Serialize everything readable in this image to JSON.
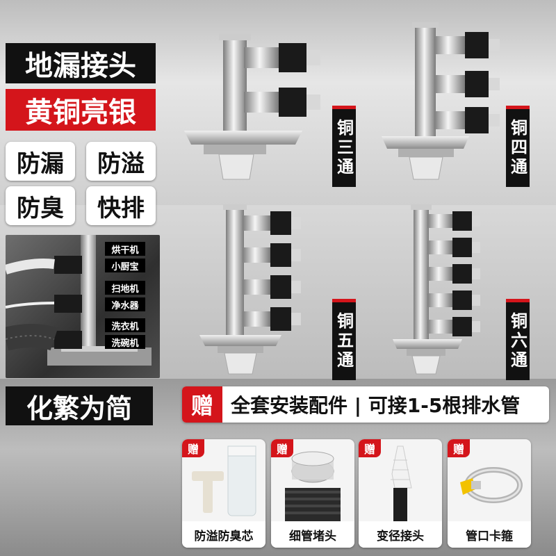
{
  "headline": {
    "title": "地漏接头",
    "material": "黄铜亮银"
  },
  "features": [
    "防漏",
    "防溢",
    "防臭",
    "快排"
  ],
  "usage": {
    "tags": [
      "烘干机",
      "小厨宝",
      "扫地机",
      "净水器",
      "洗衣机",
      "洗碗机"
    ]
  },
  "slogan": "化繁为简",
  "products": [
    {
      "label": "铜三通"
    },
    {
      "label": "铜四通"
    },
    {
      "label": "铜五通"
    },
    {
      "label": "铜六通"
    }
  ],
  "promo": {
    "gift": "赠",
    "text": "全套安装配件 | 可接1-5根排水管"
  },
  "accessories": [
    {
      "gift": "赠",
      "name": "防溢防臭芯",
      "icon": "anti-odor-core-icon"
    },
    {
      "gift": "赠",
      "name": "细管堵头",
      "icon": "pipe-plug-icon"
    },
    {
      "gift": "赠",
      "name": "变径接头",
      "icon": "reducer-connector-icon"
    },
    {
      "gift": "赠",
      "name": "管口卡箍",
      "icon": "hose-clamp-icon"
    }
  ],
  "colors": {
    "accent_red": "#d4151b",
    "label_black": "#111111",
    "chip_white": "#ffffff"
  }
}
